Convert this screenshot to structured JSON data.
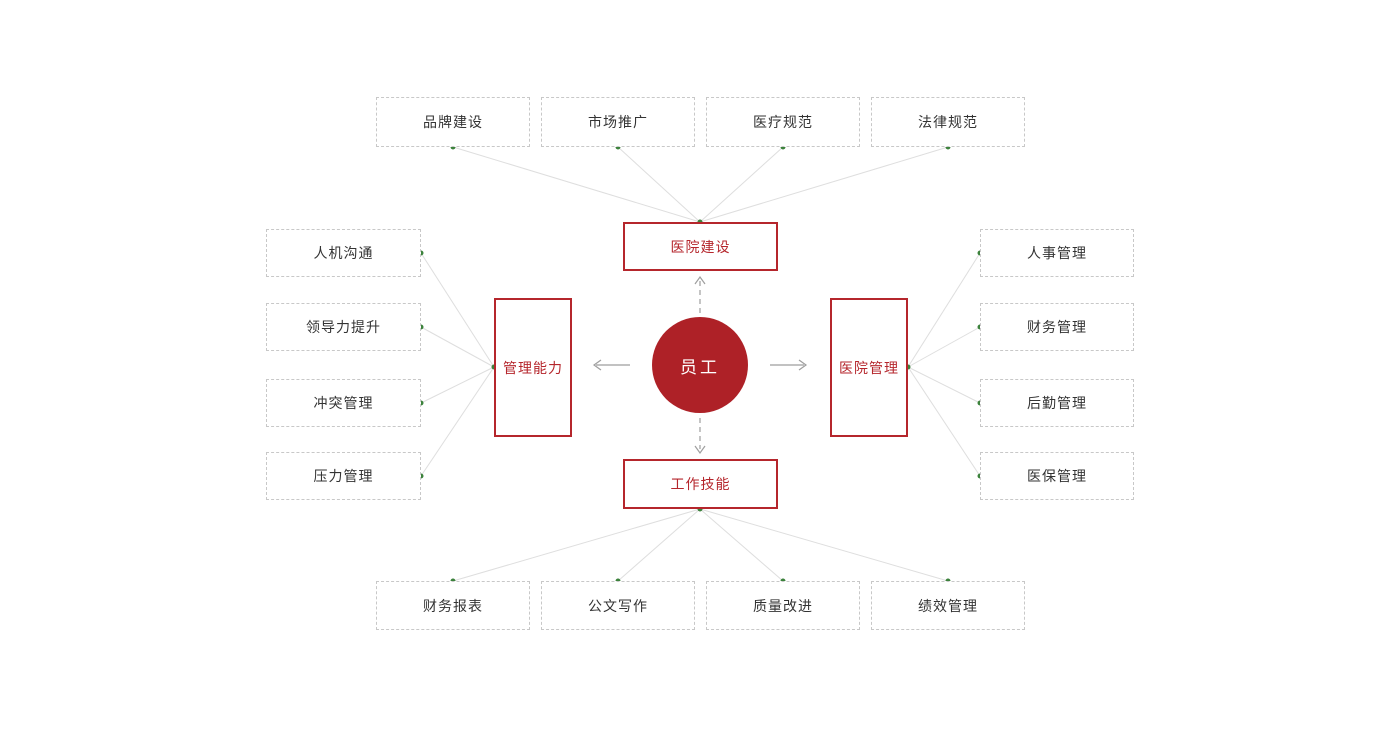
{
  "diagram": {
    "center": {
      "label": "员工"
    },
    "branches": [
      {
        "hub": "医院建设",
        "position": "top",
        "satellites": [
          "品牌建设",
          "市场推广",
          "医疗规范",
          "法律规范"
        ]
      },
      {
        "hub": "管理能力",
        "position": "left",
        "satellites": [
          "人机沟通",
          "领导力提升",
          "冲突管理",
          "压力管理"
        ]
      },
      {
        "hub": "医院管理",
        "position": "right",
        "satellites": [
          "人事管理",
          "财务管理",
          "后勤管理",
          "医保管理"
        ]
      },
      {
        "hub": "工作技能",
        "position": "bottom",
        "satellites": [
          "财务报表",
          "公文写作",
          "质量改进",
          "绩效管理"
        ]
      }
    ],
    "colors": {
      "center_fill": "#ae2127",
      "hub_border_and_text": "#b5262c",
      "satellite_border": "#c8c8c8",
      "satellite_text": "#333333",
      "connector_line": "#dedede",
      "arrow": "#9e9e9e",
      "connector_dot": "#3c823c",
      "background": "#ffffff"
    }
  }
}
